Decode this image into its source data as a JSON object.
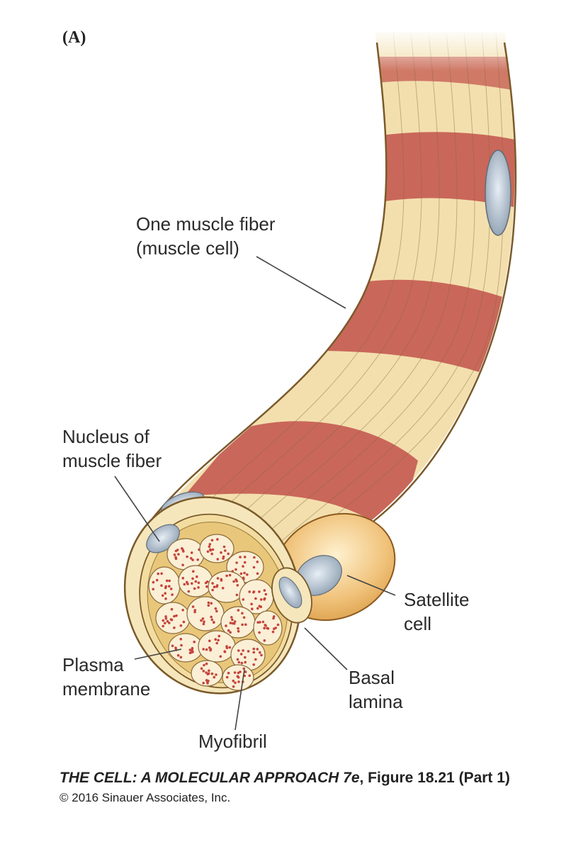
{
  "figure": {
    "panel_letter": "(A)",
    "labels": {
      "fiber_line1": "One muscle fiber",
      "fiber_line2": "(muscle cell)",
      "nucleus_line1": "Nucleus of",
      "nucleus_line2": "muscle fiber",
      "satellite_line1": "Satellite",
      "satellite_line2": "cell",
      "plasma_line1": "Plasma",
      "plasma_line2": "membrane",
      "basal_line1": "Basal",
      "basal_line2": "lamina",
      "myofibril": "Myofibril"
    },
    "caption": {
      "book_title": "THE CELL: A MOLECULAR APPROACH 7e",
      "figure_ref": ", Figure 18.21 (Part 1)",
      "copyright": "© 2016 Sinauer Associates, Inc."
    },
    "colors": {
      "band_light": "#f3dfae",
      "band_dark": "#c9675a",
      "membrane": "#f6e6bc",
      "outline": "#7a5a2a",
      "nucleus": "#b9c9d8",
      "satellite": "#e9b063",
      "myofibril_dots": "#c4443c"
    }
  }
}
